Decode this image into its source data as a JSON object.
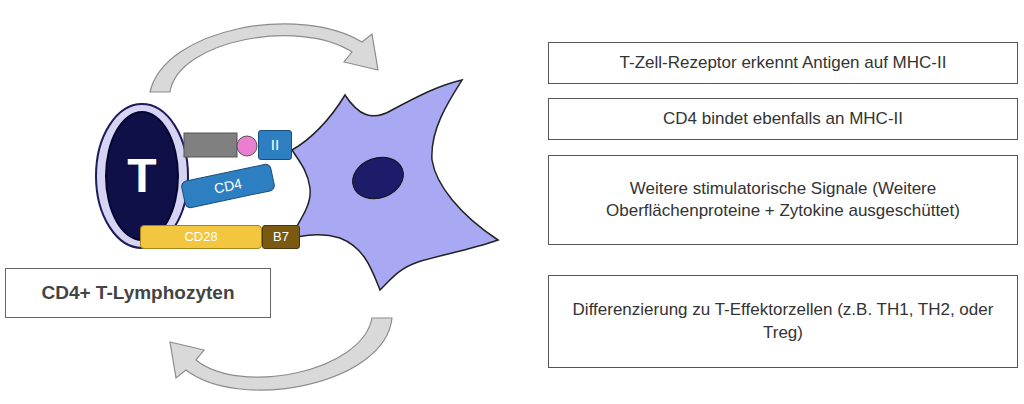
{
  "diagram": {
    "nodes": [
      {
        "text": [
          "T"
        ]
      },
      {
        "text": [
          "II"
        ]
      },
      {
        "text": [
          "CD4"
        ]
      },
      {
        "text": [
          "CD28"
        ]
      },
      {
        "text": [
          "B7"
        ]
      },
      {
        "text": [
          "CD4+ T-Lymphozyten"
        ]
      },
      {
        "text": [
          "T-Zell-Rezeptor erkennt Antigen auf MHC-II"
        ]
      },
      {
        "text": [
          "CD4 bindet ebenfalls an MHC-II"
        ]
      },
      {
        "text": [
          "Weitere stimulatorische Signale (Weitere Oberflächenproteine + Zytokine ausgeschüttet)"
        ]
      },
      {
        "text": [
          "Differenzierung zu T-Effektorzellen (z.B. TH1, TH2, oder Treg)"
        ]
      }
    ]
  }
}
